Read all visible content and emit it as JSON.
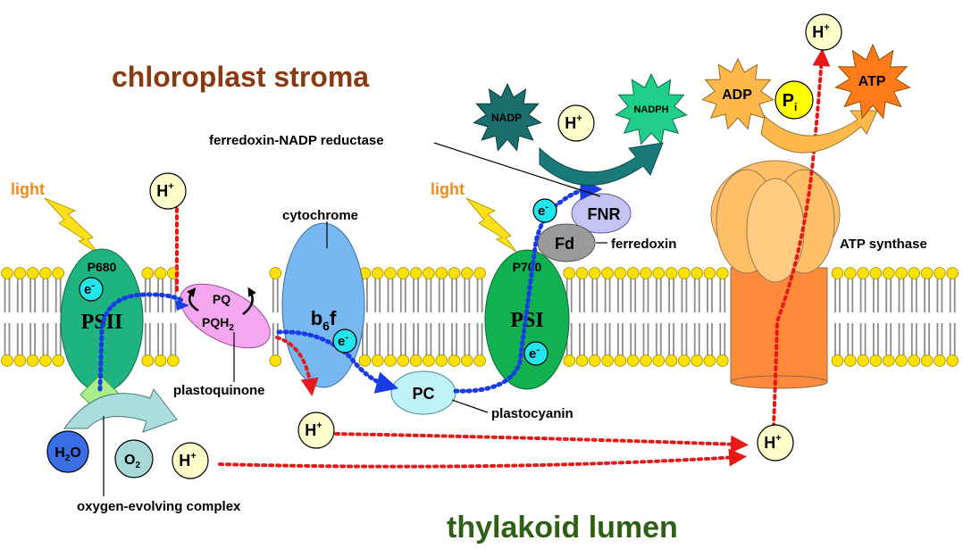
{
  "regions": {
    "stroma": "chloroplast stroma",
    "lumen": "thylakoid lumen"
  },
  "light_labels": [
    "light",
    "light"
  ],
  "complexes": {
    "psii": {
      "name": "PSII",
      "center": "P680",
      "electron": "e-"
    },
    "pq": {
      "top": "PQ",
      "bottom": "PQH2",
      "label": "plastoquinone"
    },
    "b6f": {
      "name": "b6f",
      "label": "cytochrome",
      "electron": "e-"
    },
    "psi": {
      "name": "PSI",
      "center": "P700",
      "electron": "e-"
    },
    "pc": {
      "name": "PC",
      "label": "plastocyanin"
    },
    "fd": {
      "name": "Fd",
      "label": "ferredoxin"
    },
    "fnr": {
      "name": "FNR",
      "label": "ferredoxin-NADP reductase",
      "electron": "e-"
    },
    "atp_synthase": {
      "label": "ATP synthase"
    },
    "oec": {
      "label": "oxygen-evolving complex"
    }
  },
  "molecules": {
    "h2o": "H2O",
    "o2": "O2",
    "proton": "H+",
    "nadp": "NADP",
    "nadph": "NADPH",
    "adp": "ADP",
    "pi": "Pi",
    "atp": "ATP"
  },
  "colors": {
    "stroma_text": "#8b3a0f",
    "lumen_text": "#2f5f14",
    "light_text": "#f08a18",
    "lightning": "#ffe01a",
    "psii": "#1fb47f",
    "psi": "#11b050",
    "b6f": "#78b8f0",
    "pq": "#f4a6ee",
    "pc": "#bff2f6",
    "fnr": "#c4c4f4",
    "fd": "#9a9a9a",
    "atp_synthase_head": "#ffbf66",
    "atp_synthase_stalk": "#ff8a3c",
    "lipid_head": "#ffe000",
    "proton_fill": "#ffffcc",
    "electron_fill": "#22e6ee",
    "electron_path": "#1a3ce6",
    "proton_path": "#e61919",
    "nadp_star": "#1a6e6e",
    "nadph_star": "#1fcf88",
    "adp_star": "#ffb84a",
    "atp_star": "#ff7a1a",
    "pi_fill": "#ffff00",
    "h2o_fill": "#3a6ee6",
    "o2_fill": "#a8d8d8"
  }
}
